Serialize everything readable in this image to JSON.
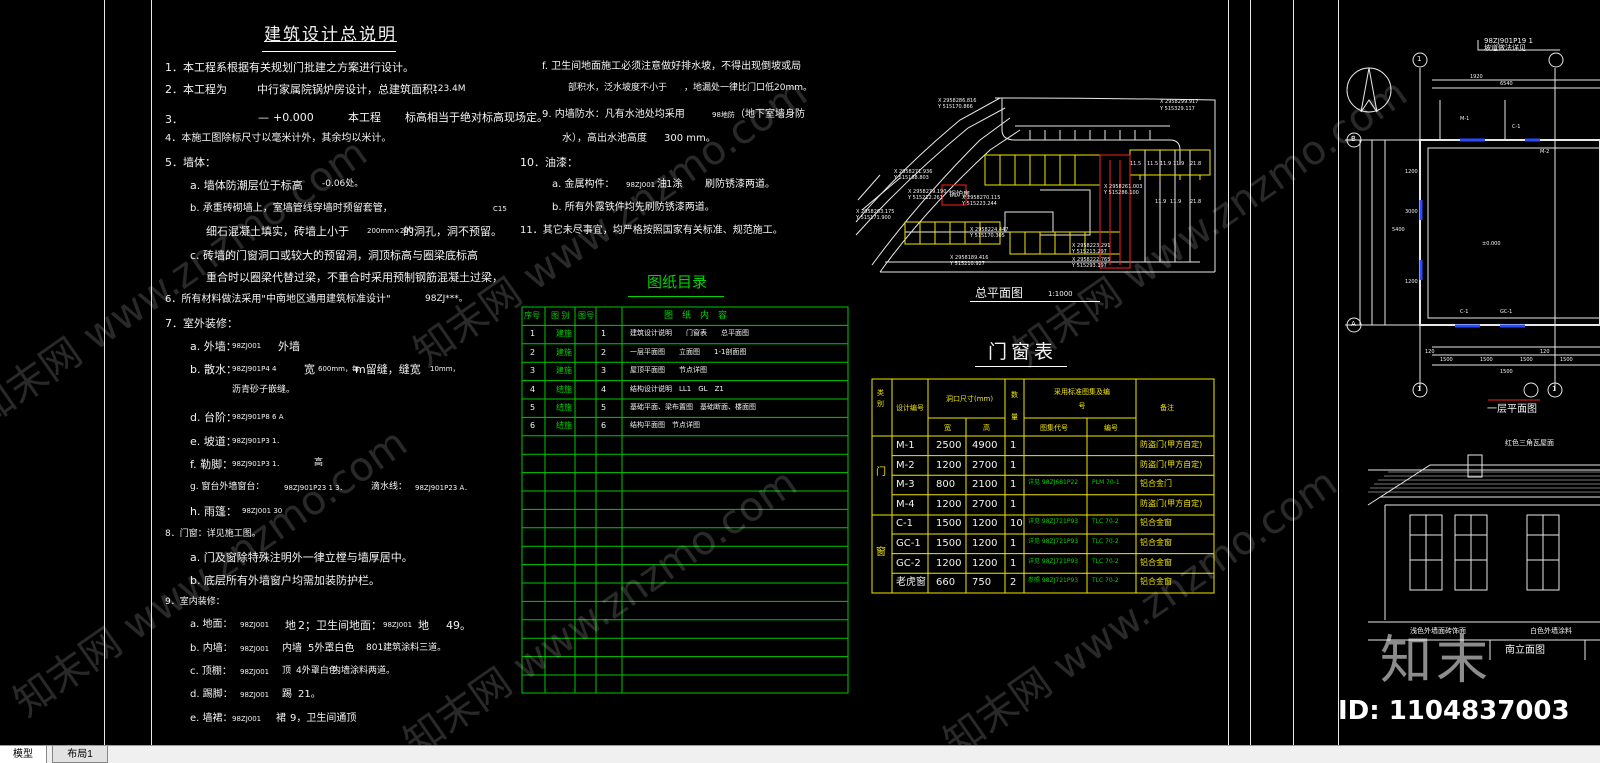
{
  "app": {
    "tabs": [
      {
        "label": "模型"
      },
      {
        "label": "布局1"
      }
    ]
  },
  "notes": {
    "title": "建筑设计总说明",
    "lines": [
      "1．本工程系根据有关规划门批建之方案进行设计。",
      "2．本工程为",
      "中行家属院锅炉房设计，总建筑面积：",
      "123.4M",
      "3．",
      "—",
      "+0.000",
      "本工程",
      "标高相当于绝对标高现场定。",
      "4．本施工图除标尺寸以毫米计外，其余均以米计。",
      "5．墙体：",
      "a. 墙体防潮层位于标高",
      "-0.06处。",
      "b. 承重砖砌墙上，室墙管线穿墙时预留套管，",
      "C15",
      "细石混凝土填实，砖墙上小于",
      "200mm×200",
      "的洞孔，洞不预留。",
      "c. 砖墙的门窗洞口或较大的预留洞，洞顶标高与圈梁底标高",
      "重合时以圈梁代替过梁，不重合时采用预制钢筋混凝土过梁，",
      "6．所有材料做法采用\"中南地区通用建筑标准设计\"",
      "98ZJ***。",
      "7．室外装修：",
      "a. 外墙：",
      "98ZJ001",
      "外墙",
      "b. 散水：",
      "98ZJ901P4 4",
      "宽",
      "600mm，每",
      "m留缝，缝宽",
      "10mm，",
      "沥青砂子嵌缝。",
      "d. 台阶：",
      "98ZJ901P8 6 A",
      "e. 坡道：",
      "98ZJ901P3 1．",
      "f. 勒脚：",
      "98ZJ901P3 1．",
      "高",
      "g. 窗台外墙窗台：",
      "98ZJ901P23 1 3．",
      "滴水线：",
      "98ZJ901P23 A．",
      "h. 雨篷：",
      "98ZJ001 30",
      "8．门窗：详见施工图。",
      "a. 门及窗除特殊注明外一律立樘与墙厚居中。",
      "b. 底层所有外墙窗户均需加装防护栏。",
      "9．室内装修：",
      "a. 地面：",
      "98ZJ001",
      "地",
      "2；卫生间地面：",
      "98ZJ001",
      "地",
      "49。",
      "b. 内墙：",
      "98ZJ001",
      "内墙",
      "5外罩白色",
      "801建筑涂料三道。",
      "c. 顶棚：",
      "98ZJ001",
      "顶",
      "4外罩白色",
      "内墙涂料两道。",
      "d. 踢脚：",
      "98ZJ001",
      "踢",
      "21。",
      "e. 墙裙：",
      "98ZJ001",
      "裙",
      "9，卫生间通顶"
    ],
    "right_lines": [
      "f. 卫生间地面施工必须注意做好排水坡，不得出现倒坡或局",
      "部积水，泛水坡度不小于",
      "，地漏处一律比门口低20mm。",
      "9. 内墙防水：凡有水池处均采用",
      "98地防",
      "（地下室墙身防",
      "水），高出水池高度",
      "300 mm。",
      "10．油漆：",
      "a. 金属构件：",
      "98ZJ001",
      "油",
      "1涂",
      "刷防锈漆两道。",
      "b. 所有外露铁件均先刷防锈漆两道。",
      "11．其它未尽事宜，均严格按照国家有关标准、规范施工。"
    ]
  },
  "drawing_index": {
    "title": "图纸目录",
    "headers": [
      "序号",
      "图 别",
      "图号",
      "图　纸　内　容"
    ],
    "rows": [
      [
        "1",
        "建施",
        "1",
        "建筑设计说明　　门窗表　　总平面图"
      ],
      [
        "2",
        "建施",
        "2",
        "一层平面图　　立面图　　1-1剖面图"
      ],
      [
        "3",
        "建施",
        "3",
        "屋顶平面图　　节点详图"
      ],
      [
        "4",
        "结施",
        "4",
        "结构设计说明　LL1　GL　Z1"
      ],
      [
        "5",
        "结施",
        "5",
        "基础平面、梁布置图　基础断面、楼面图"
      ],
      [
        "6",
        "结施",
        "6",
        "结构平面图　节点详图"
      ]
    ]
  },
  "site_plan": {
    "title": "总平面图",
    "scale": "1:1000",
    "coords": [
      "X 2958286.816",
      "Y 515170.866",
      "X 2958299.917",
      "Y 515329.117",
      "X 2958271.936",
      "Y 515168.803",
      "X 2958279.190",
      "Y 515212.261",
      "X 2958270.115",
      "Y 515223.244",
      "X 2958263.175",
      "Y 515171.900",
      "X 2958261.003",
      "Y 515286.100",
      "X 2958224.447",
      "Y 515170.305",
      "X 2958223.291",
      "Y 515213.297",
      "X 2958222.765",
      "Y 515293.197",
      "X 2958189.416",
      "Y 515210.927"
    ],
    "dims": [
      "11.5",
      "11.5",
      "11.9",
      "11.9",
      "21.8",
      "11.9",
      "11.9",
      "21.8"
    ],
    "boiler_label": "锅炉房"
  },
  "door_window_table": {
    "title": "门窗表",
    "headers": {
      "type": "类别",
      "code": "设计编号",
      "size": "洞口尺寸(mm)",
      "w": "宽",
      "h": "高",
      "count": "数量",
      "std": "采用标准图集及编号",
      "atlas": "图集代号",
      "num": "编号",
      "note": "备注"
    },
    "groups": [
      {
        "label": "门"
      },
      {
        "label": "窗"
      }
    ],
    "rows": [
      {
        "code": "M-1",
        "w": "2500",
        "h": "4900",
        "n": "1",
        "atlas": "",
        "num": "",
        "note": "防盗门(甲方自定)"
      },
      {
        "code": "M-2",
        "w": "1200",
        "h": "2700",
        "n": "1",
        "atlas": "",
        "num": "",
        "note": "防盗门(甲方自定)"
      },
      {
        "code": "M-3",
        "w": "800",
        "h": "2100",
        "n": "1",
        "atlas": "详见 98ZJ681P22",
        "num": "PLM 70-1",
        "note": "铝合金门"
      },
      {
        "code": "M-4",
        "w": "1200",
        "h": "2700",
        "n": "1",
        "atlas": "",
        "num": "",
        "note": "防盗门(甲方自定)"
      },
      {
        "code": "C-1",
        "w": "1500",
        "h": "1200",
        "n": "10",
        "atlas": "详见 98ZJ721P93",
        "num": "TLC 70-2",
        "note": "铝合金窗"
      },
      {
        "code": "GC-1",
        "w": "1500",
        "h": "1200",
        "n": "1",
        "atlas": "详见 98ZJ721P93",
        "num": "TLC 70-2",
        "note": "铝合金窗"
      },
      {
        "code": "GC-2",
        "w": "1200",
        "h": "1200",
        "n": "1",
        "atlas": "详见 98ZJ721P93",
        "num": "TLC 70-2",
        "note": "铝合金窗"
      },
      {
        "code": "老虎窗",
        "w": "660",
        "h": "750",
        "n": "2",
        "atlas": "参照 98ZJ721P93",
        "num": "TLC 70-2",
        "note": "铝合金窗"
      }
    ]
  },
  "floor_plan": {
    "title": "一层平面图",
    "ref": "98ZJ901P19 1",
    "ref_label": "坡道做法详见",
    "axes": [
      "1",
      "B",
      "A",
      "1",
      "1"
    ],
    "labels": [
      "M-1",
      "C-1",
      "C-1",
      "GC-1",
      "M-2",
      "±0.000"
    ],
    "dims": [
      "1920",
      "1500",
      "1500",
      "1500",
      "1500",
      "120",
      "120",
      "1500",
      "6540",
      "5400",
      "3000",
      "1200",
      "1200"
    ]
  },
  "elevation": {
    "title": "南立面图",
    "roof_label": "红色三角瓦屋面",
    "wall_label": "白色外墙涂料",
    "wall_label2": "浅色外墙面砖饰面"
  },
  "watermark": {
    "text": "知末网 www.znzmo.com",
    "brand": "知末",
    "id": "ID: 1104837003"
  }
}
